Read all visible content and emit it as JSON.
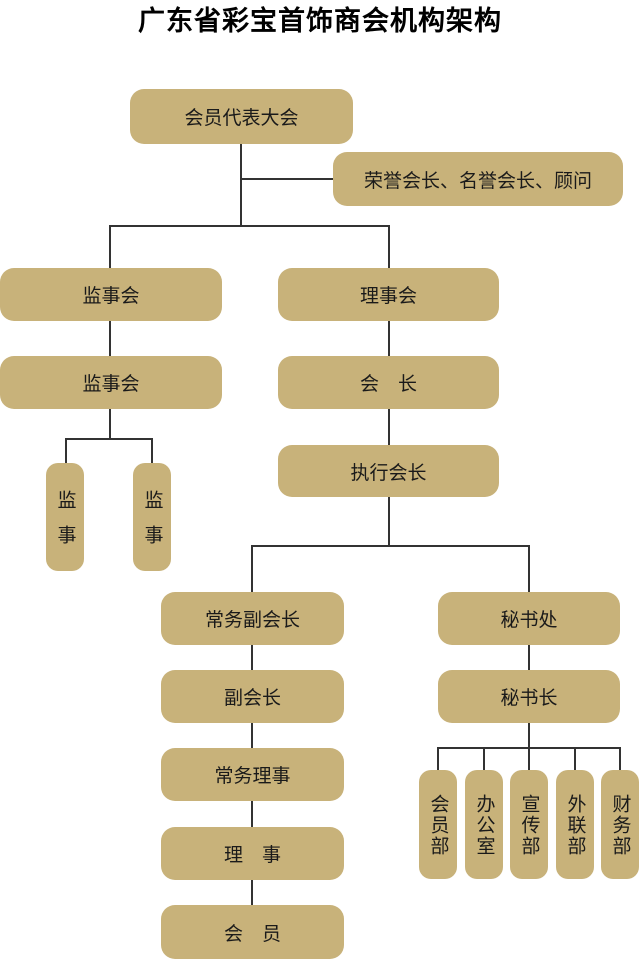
{
  "title": "广东省彩宝首饰商会机构架构",
  "nodes": {
    "general_assembly": "会员代表大会",
    "honorary": "荣誉会长、名誉会长、顾问",
    "supervisory_board_1": "监事会",
    "supervisory_board_2": "监事会",
    "supervisor_left": "监事",
    "supervisor_right": "监事",
    "council": "理事会",
    "president": "会　长",
    "executive_president": "执行会长",
    "standing_vice_president": "常务副会长",
    "vice_president": "副会长",
    "standing_director": "常务理事",
    "director": "理　事",
    "member": "会　员",
    "secretariat": "秘书处",
    "secretary_general": "秘书长",
    "dept_membership": "会员部",
    "dept_office": "办公室",
    "dept_publicity": "宣传部",
    "dept_external": "外联部",
    "dept_finance": "财务部"
  }
}
